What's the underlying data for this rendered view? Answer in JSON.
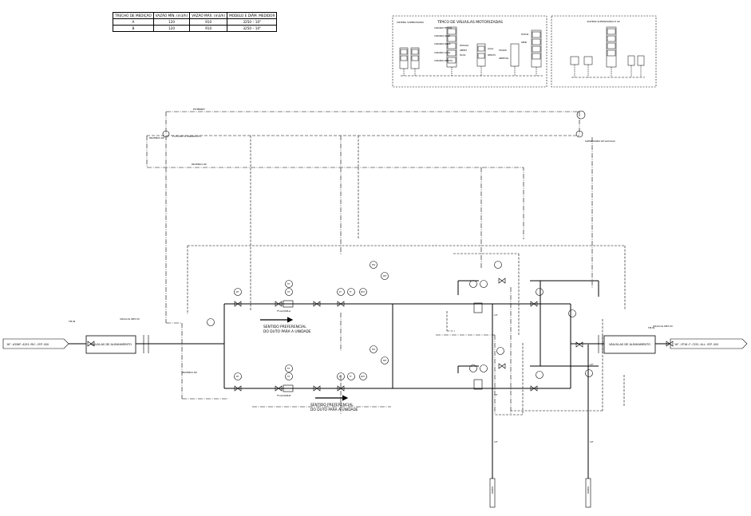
{
  "legend_table": {
    "headers": [
      "TRECHO DE MEDIÇÃO",
      "VAZÃO MÍN. (m3/h)",
      "VAZÃO MÁX. (m3/h)",
      "MODELO E DIÂM. MEDIDOR"
    ],
    "rows": [
      [
        "A",
        "120",
        "910",
        "3250 – 10\""
      ],
      [
        "B",
        "120",
        "910",
        "3250 – 10\""
      ]
    ]
  },
  "panels": {
    "valves_title": "TÍPICO DE VÁLVULAS MOTORIZADAS",
    "supervisory_left": "SISTEMA SUPERVISÓRIO",
    "supervisory_right": "SISTEMA SUPERVISÓRIO E CP",
    "valve_labels": [
      "COMANDO FECHAR",
      "COMANDO ABRIR",
      "COMANDO PARAR",
      "COMANDO LOCAL",
      "COMANDO REMOTO",
      "FECHADO",
      "ABERTO",
      "FALHA",
      "LOCAL",
      "REMOTO",
      "TORQUE",
      "ABERTURA",
      "FECHAR",
      "ABRIR"
    ]
  },
  "network": {
    "ethernet": "ETHERNET",
    "profibus_left": "PROFIBUS DP",
    "profibus_mid": "PROFIBUS DP",
    "profibus_bottom": "PROFIBUS DP",
    "upper_device": "FT-PT-PDT-TT MODELO IFC",
    "supervisor": "SUPERVISÓRIO DE VÁLVULAS"
  },
  "lines": {
    "inlet_tag": "10\"-A250F-A251-Mil-VIP-XXX",
    "outlet_tag": "10\"-CP10-F-C251-ALL-VIP-XXX",
    "inlet_mark": "TIE-IN",
    "outlet_mark": "TIE-IN",
    "spec_inlet": "VÁLVULAS SPEC 00",
    "spec_outlet": "VÁLVULAS SPEC 00",
    "alignment_left": "VÁLVULAS DE ALINHAMENTO",
    "alignment_right": "VÁLVULAS DE ALINHAMENTO",
    "size": "10\""
  },
  "flow_notes": {
    "upper": [
      "SENTIDO PREFERENCIAL",
      "DO DUTO PARA A UNIDADE"
    ],
    "lower": [
      "SENTIDO PREFERENCIAL",
      "DO DUTO PARA A UNIDADE"
    ]
  },
  "instruments": {
    "meter_a": "FT-G2/906-A",
    "meter_b": "FT-G2/906-B",
    "tags": [
      "PIT",
      "PT",
      "TIT",
      "FIT",
      "PDIT",
      "PSV",
      "PDT",
      "TT"
    ],
    "drains": [
      "DRENO",
      "DRENO"
    ]
  }
}
